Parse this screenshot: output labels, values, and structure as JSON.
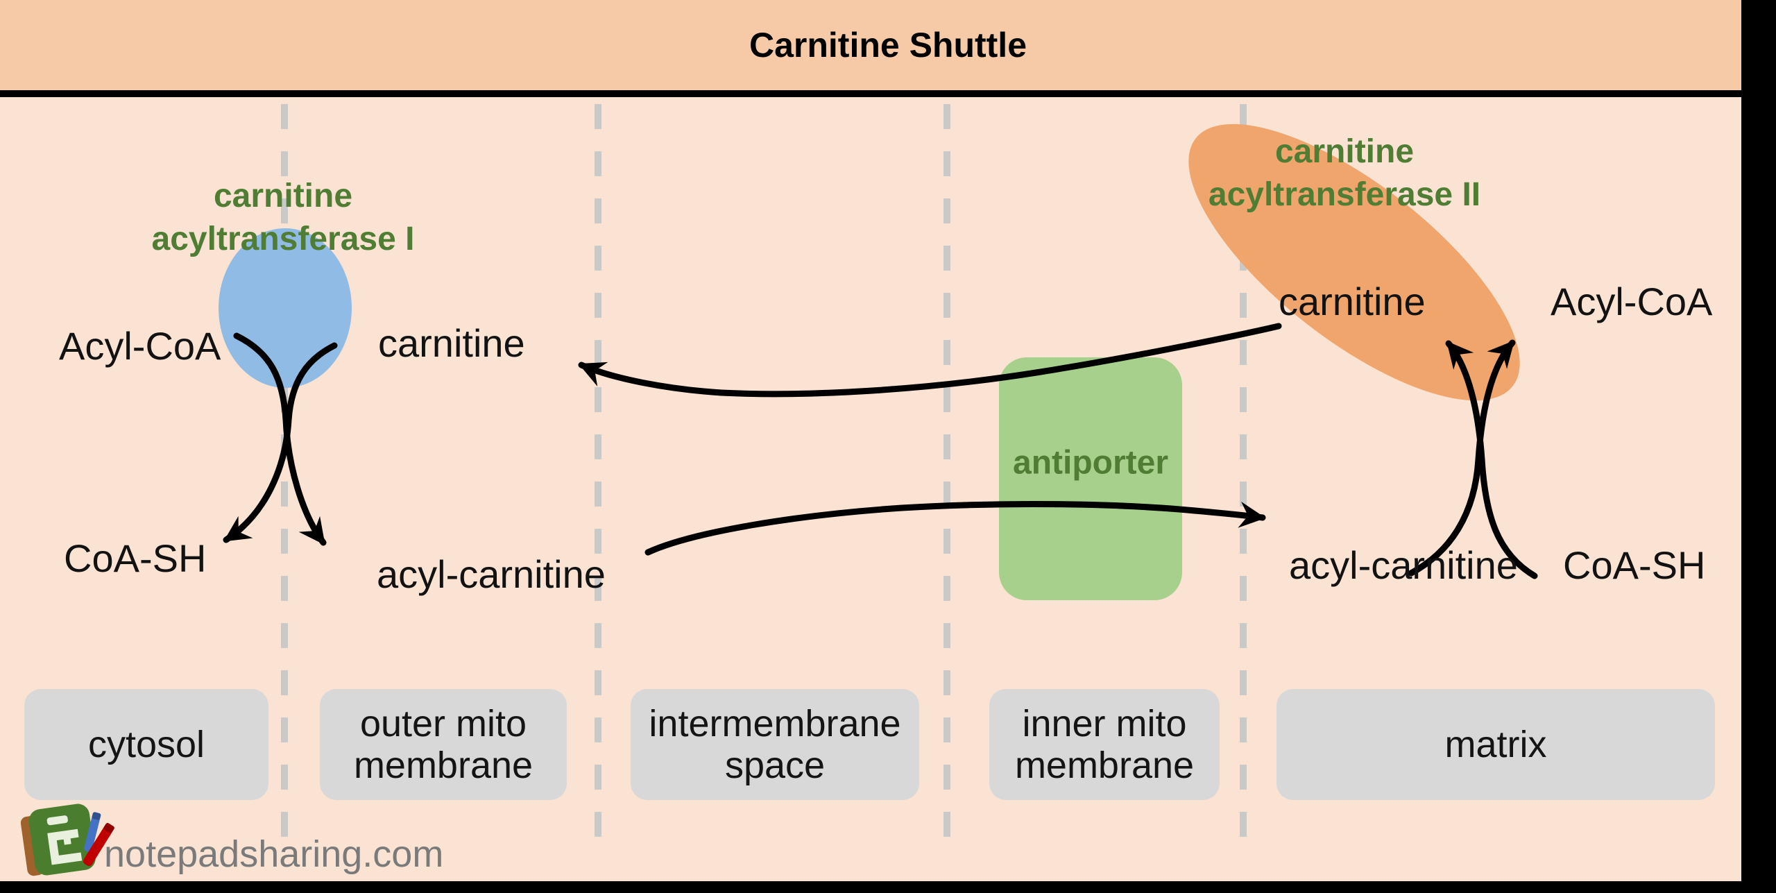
{
  "title": "Carnitine Shuttle",
  "watermark": "notepadsharing.com",
  "enzymes": {
    "cat1_line1": "carnitine",
    "cat1_line2": "acyltransferase I",
    "cat2_line1": "carnitine",
    "cat2_line2": "acyltransferase II",
    "antiporter": "antiporter"
  },
  "metabolites": {
    "left_acyl_coa": "Acyl-CoA",
    "left_carnitine": "carnitine",
    "left_coa_sh": "CoA-SH",
    "left_acyl_carnitine": "acyl-carnitine",
    "right_carnitine": "carnitine",
    "right_acyl_coa": "Acyl-CoA",
    "right_acyl_carnitine": "acyl-carnitine",
    "right_coa_sh": "CoA-SH"
  },
  "compartments": [
    {
      "label": "cytosol"
    },
    {
      "label": "outer mito membrane"
    },
    {
      "label": "intermembrane space"
    },
    {
      "label": "inner mito membrane"
    },
    {
      "label": "matrix"
    }
  ],
  "colors": {
    "title_bar": "#f6caa6",
    "background": "#fae3d3",
    "blue_ellipse": "#90bbe5",
    "orange_ellipse": "#efa56c",
    "green_box": "#a7d08c",
    "green_text": "#4f7d33",
    "gray_box": "#d8d8d8",
    "dashed_line": "#c9c9c9",
    "arrow": "#000000",
    "watermark_text": "#7a7a7a"
  }
}
